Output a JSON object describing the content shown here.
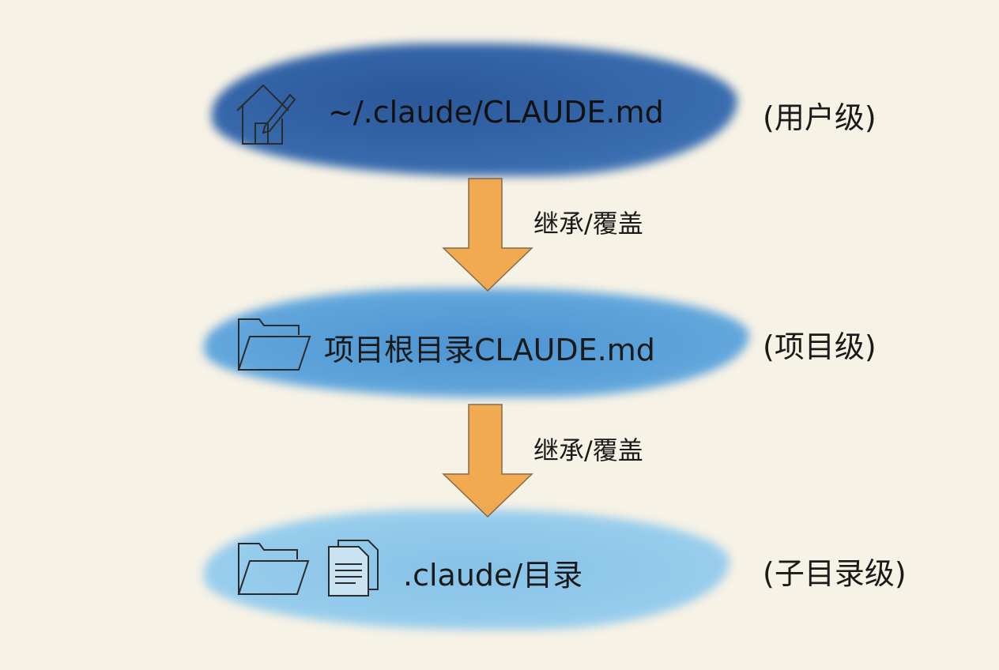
{
  "levels": [
    {
      "path": "~/.claude/CLAUDE.md",
      "label": "(用户级)",
      "icon": "house-pencil-icon"
    },
    {
      "path": "项目根目录CLAUDE.md",
      "label": "(项目级)",
      "icon": "folder-icon"
    },
    {
      "path": ".claude/目录",
      "label": "(子目录级)",
      "icon": "folder-document-icon"
    }
  ],
  "arrows": [
    {
      "label": "继承/覆盖"
    },
    {
      "label": "继承/覆盖"
    }
  ],
  "colors": {
    "background": "#f7f2e6",
    "user": "#2f5f9e",
    "project": "#5aa0d8",
    "subdir": "#8ec6e8",
    "arrow": "#f2a445"
  }
}
